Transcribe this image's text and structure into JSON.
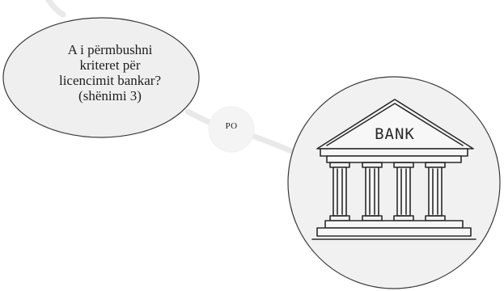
{
  "question": {
    "lines": [
      "A i përmbushni",
      "kriteret për",
      "licencimit bankar?",
      "(shënimi 3)"
    ]
  },
  "answer": {
    "label": "PO"
  },
  "bank": {
    "sign_text": "BANK",
    "icon": "bank-building-icon"
  },
  "colors": {
    "connector": "#e9e9e9",
    "bubble_fill": "#efefef",
    "bubble_stroke": "#3a3a3a",
    "answer_node_fill": "#f4f4f4",
    "bank_circle_fill": "#f1f1f1"
  }
}
